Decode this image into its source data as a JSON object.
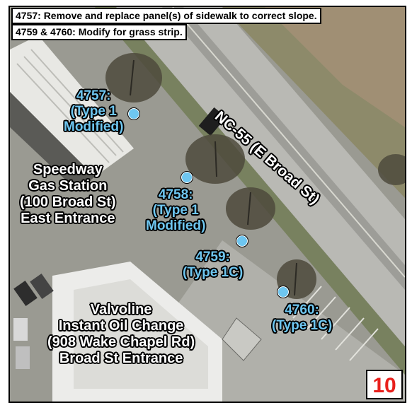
{
  "notes": {
    "line1": "4757: Remove and replace panel(s) of sidewalk to correct slope.",
    "line2": "4759 & 4760: Modify for grass strip."
  },
  "places": {
    "speedway": [
      "Speedway",
      "Gas Station",
      "(100 Broad St)",
      "East Entrance"
    ],
    "valvoline": [
      "Valvoline",
      "Instant Oil Change",
      "(908 Wake Chapel Rd)",
      "Broad St Entrance"
    ]
  },
  "road_label": "NC-55 (E Broad St)",
  "sites": [
    {
      "id": "4757:",
      "type": "(Type 1",
      "type2": "Modified)"
    },
    {
      "id": "4758:",
      "type": "(Type 1",
      "type2": "Modified)"
    },
    {
      "id": "4759:",
      "type": "(Type 1C)"
    },
    {
      "id": "4760:",
      "type": "(Type 1C)"
    }
  ],
  "page_number": "10",
  "colors": {
    "marker": "#6ec6f0",
    "page_number": "#e8201c",
    "pavement": "#a9a9a3",
    "grass": "#7f8a5f",
    "roof": "#e9e9e6"
  }
}
